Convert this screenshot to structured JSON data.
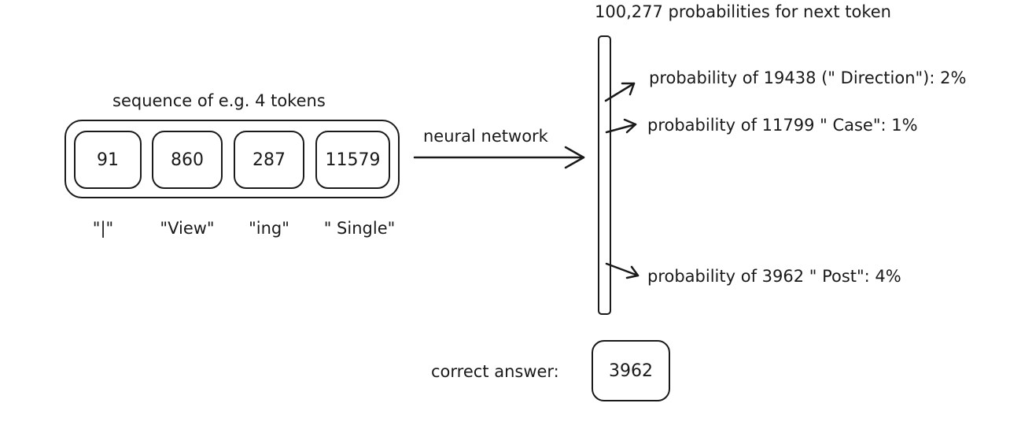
{
  "sequence": {
    "title": "sequence of e.g. 4 tokens",
    "tokens": [
      {
        "id": "91",
        "text": "\"|\""
      },
      {
        "id": "860",
        "text": "\"View\""
      },
      {
        "id": "287",
        "text": "\"ing\""
      },
      {
        "id": "11579",
        "text": "\" Single\""
      }
    ]
  },
  "network_label": "neural network",
  "output": {
    "title": "100,277 probabilities for next token",
    "probabilities": [
      "probability of 19438 (\" Direction\"): 2%",
      "probability of 11799 \" Case\": 1%",
      "probability of 3962 \" Post\": 4%"
    ]
  },
  "answer": {
    "label": "correct answer:",
    "value": "3962"
  }
}
